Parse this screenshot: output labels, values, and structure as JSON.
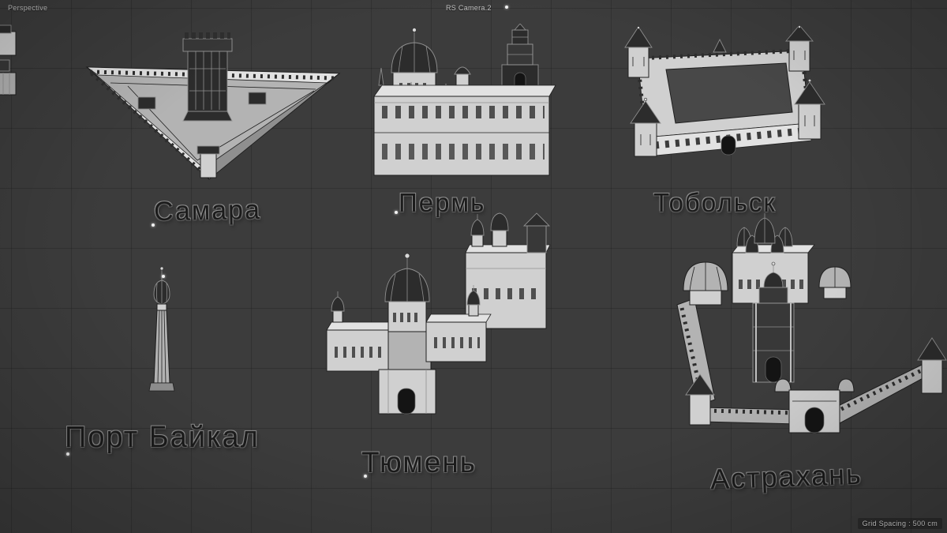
{
  "viewport": {
    "view_label": "Perspective",
    "camera_label": "RS Camera.2",
    "grid_spacing_label": "Grid Spacing : 500 cm"
  },
  "scene": {
    "models": [
      {
        "id": "samara",
        "label": "Самара"
      },
      {
        "id": "perm",
        "label": "Пермь"
      },
      {
        "id": "tobolsk",
        "label": "Тобольск"
      },
      {
        "id": "port-baikal",
        "label": "Порт Байкал"
      },
      {
        "id": "tyumen",
        "label": "Тюмень"
      },
      {
        "id": "astrakhan",
        "label": "Астрахань"
      }
    ]
  },
  "colors": {
    "background": "#3c3c3c",
    "grid_line": "#2f2f2f",
    "model_light": "#d0d0d0",
    "model_dark": "#2c2c2c",
    "hud_text": "#c4c4c4",
    "label_text": "#1b1b1b"
  }
}
